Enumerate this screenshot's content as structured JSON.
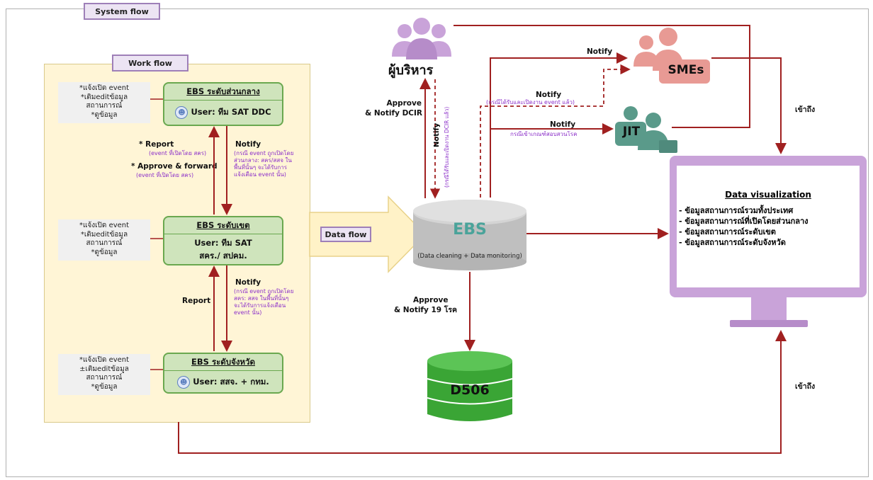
{
  "system_flow_label": "System flow",
  "work_flow_label": "Work flow",
  "data_flow_label": "Data flow",
  "levels": [
    {
      "notes": [
        "*แจ้งเปิด event",
        "*เติมeditข้อมูล",
        "สถานการณ์",
        "*ดูข้อมูล"
      ],
      "title": "EBS ระดับส่วนกลาง",
      "user": "User: ทีม SAT DDC"
    },
    {
      "notes": [
        "*แจ้งเปิด event",
        "*เติมeditข้อมูล",
        "สถานการณ์",
        "*ดูข้อมูล"
      ],
      "title": "EBS ระดับเขต",
      "user": "User: ทีม SAT",
      "user2": "สคร./ สปคม."
    },
    {
      "notes": [
        "*แจ้งเปิด event",
        "±เติมeditข้อมูล",
        "สถานการณ์",
        "*ดูข้อมูล"
      ],
      "title": "EBS ระดับจังหวัด",
      "user": "User: สสจ. + กทม."
    }
  ],
  "flow_labels": {
    "report1": "* Report",
    "report1_sub": "(event ที่เปิดโดย สคร)",
    "approve_forward": "* Approve & forward",
    "approve_forward_sub": "(event ที่เปิดโดย สคร)",
    "notify1": "Notify",
    "notify1_sub": [
      "(กรณี event ถูกเปิดโดย",
      "ส่วนกลาง: สคร/สสจ ใน",
      "พื้นที่นั้นๆ จะได้รับการ",
      "แจ้งเตือน event นั้น)"
    ],
    "report2": "Report",
    "notify2": "Notify",
    "notify2_sub": [
      "(กรณี event ถูกเปิดโดย",
      "สคร: สสจ ในพื้นที่นั้นๆ",
      "จะได้รับการแจ้งเตือน",
      "event นั้น)"
    ],
    "approve_dcir": [
      "Approve",
      "& Notify DCIR"
    ],
    "notify_exec": "Notify",
    "notify_exec_sub": "(กรณีได้รับและเปิดงาน DCIR แล้ว)",
    "notify_smes_top": "Notify",
    "notify_smes_dashed": "Notify",
    "notify_smes_dashed_sub": "(กรณีได้รับและเปิดงาน event แล้ว)",
    "notify_jit": "Notify",
    "notify_jit_sub": "กรณีเข้าเกณฑ์สอบสวนโรค",
    "approve_19": [
      "Approve",
      "& Notify 19 โรค"
    ],
    "access_top": "เข้าถึง",
    "access_bottom": "เข้าถึง"
  },
  "actors": {
    "executive": "ผู้บริหาร",
    "smes": "SMEs",
    "jit": "JIT"
  },
  "ebs_db": {
    "label": "EBS",
    "sub": "(Data cleaning + Data monitoring)"
  },
  "d506": "D506",
  "data_visualization": {
    "title": "Data visualization",
    "items": [
      "- ข้อมูลสถานการณ์รวมทั้งประเทศ",
      "- ข้อมูลสถานการณ์ที่เปิดโดยส่วนกลาง",
      "- ข้อมูลสถานการณ์ระดับเขต",
      "- ข้อมูลสถานการณ์ระดับจังหวัด"
    ]
  },
  "colors": {
    "arrow": "#a02020",
    "box_fill": "#cfe4bc",
    "box_border": "#6aa84f",
    "panel": "#fff5d6",
    "purple": "#c9a3d9",
    "smes": "#e89a94",
    "jit": "#5a9a8a",
    "db_gray": "#bfbfbf",
    "db_green": "#3aa535"
  }
}
